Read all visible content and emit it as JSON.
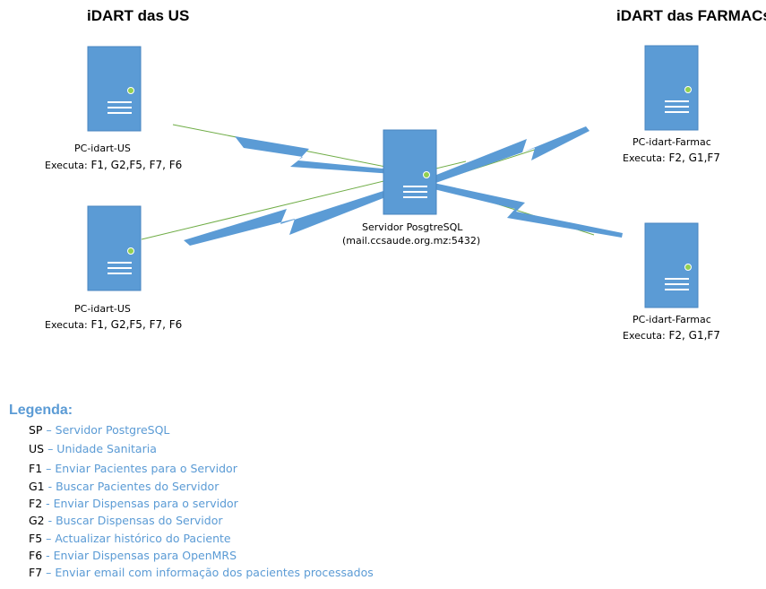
{
  "titles": {
    "left": "iDART das US",
    "right": "iDART das FARMACs"
  },
  "colors": {
    "server_fill": "#5b9bd5",
    "link": "#5b9bd5",
    "thin_line": "#70ad47",
    "led": "#92d050",
    "legend_text": "#5b9bd5"
  },
  "nodes": {
    "us_top": {
      "name": "PC-idart-US",
      "exec_label": "Executa:",
      "exec_value": " F1, G2,F5, F7, F6"
    },
    "us_bottom": {
      "name": "PC-idart-US",
      "exec_label": "Executa:",
      "exec_value": " F1, G2,F5, F7, F6"
    },
    "farmac_top": {
      "name": "PC-idart-Farmac",
      "exec_label": "Executa:",
      "exec_value": " F2, G1,F7"
    },
    "farmac_bottom": {
      "name": "PC-idart-Farmac",
      "exec_label": "Executa:",
      "exec_value": " F2, G1,F7"
    },
    "server": {
      "name": "Servidor PosgtreSQL",
      "address": "(mail.ccsaude.org.mz:5432)"
    }
  },
  "legend": {
    "title": "Legenda:",
    "items": [
      {
        "code": "SP",
        "desc": " – Servidor PostgreSQL"
      },
      {
        "code": "US",
        "desc": " – Unidade Sanitaria"
      },
      {
        "code": "F1",
        "desc": " – Enviar Pacientes para o Servidor"
      },
      {
        "code": "G1",
        "desc": " - Buscar Pacientes  do Servidor"
      },
      {
        "code": "F2",
        "desc": "  - Enviar Dispensas para o  servidor"
      },
      {
        "code": "G2",
        "desc": " - Buscar Dispensas do Servidor"
      },
      {
        "code": "F5",
        "desc": " – Actualizar histórico do Paciente"
      },
      {
        "code": "F6",
        "desc": "  -  Enviar Dispensas para OpenMRS"
      },
      {
        "code": "F7",
        "desc": " – Enviar email com informação dos pacientes processados"
      }
    ]
  }
}
